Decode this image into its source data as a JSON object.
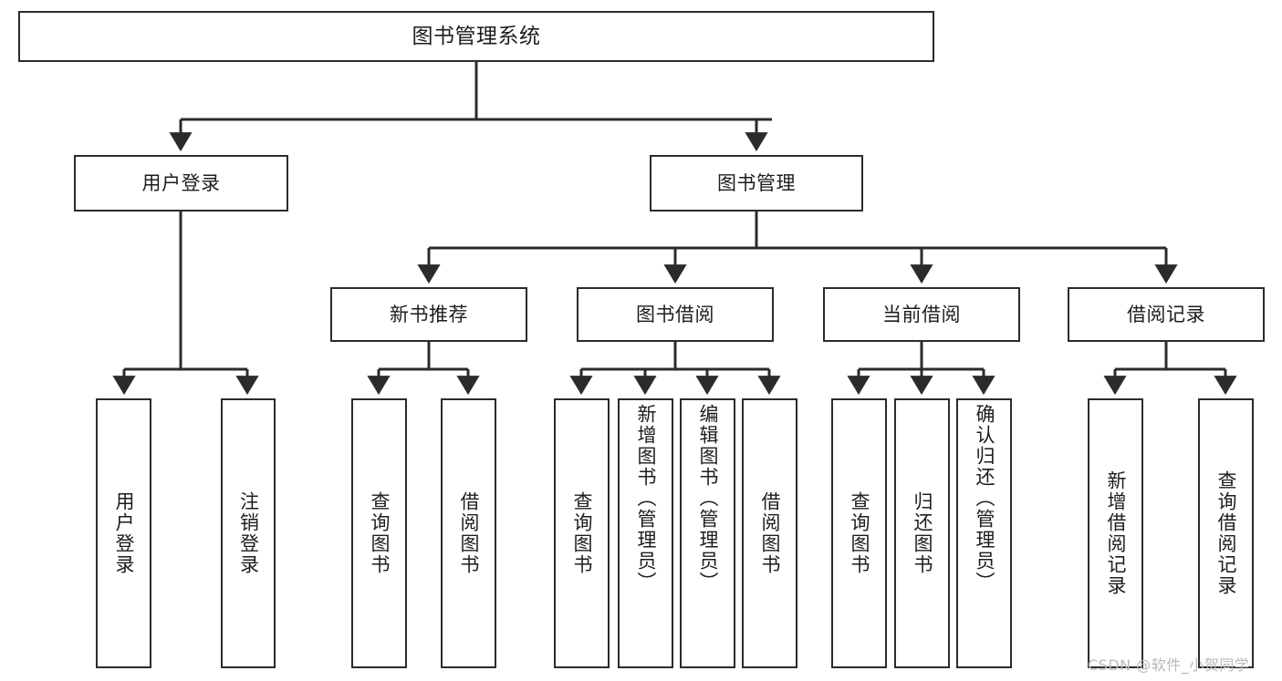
{
  "diagram": {
    "type": "tree-hierarchy",
    "title": "图书管理系统",
    "watermark": "CSDN @软件_小贺同学",
    "colors": {
      "box_border": "#2b2b2b",
      "box_fill": "#ffffff",
      "edge": "#2b2b2b",
      "text": "#1d1d1d",
      "watermark": "#b9b9b9",
      "background": "#ffffff"
    },
    "nodes": {
      "root": {
        "label": "图书管理系统"
      },
      "level2": [
        {
          "label": "用户登录"
        },
        {
          "label": "图书管理"
        }
      ],
      "level3": [
        {
          "label": "新书推荐"
        },
        {
          "label": "图书借阅"
        },
        {
          "label": "当前借阅"
        },
        {
          "label": "借阅记录"
        }
      ],
      "leaves": {
        "user_login": [
          {
            "label": "用户登录"
          },
          {
            "label": "注销登录"
          }
        ],
        "new_book": [
          {
            "label": "查询图书"
          },
          {
            "label": "借阅图书"
          }
        ],
        "book_borrow": [
          {
            "label": "查询图书"
          },
          {
            "label": "新增图书（管理员）"
          },
          {
            "label": "编辑图书（管理员）"
          },
          {
            "label": "借阅图书"
          }
        ],
        "current_borrow": [
          {
            "label": "查询图书"
          },
          {
            "label": "归还图书"
          },
          {
            "label": "确认归还（管理员）"
          }
        ],
        "borrow_record": [
          {
            "label": "新增借阅记录"
          },
          {
            "label": "查询借阅记录"
          }
        ]
      }
    }
  }
}
